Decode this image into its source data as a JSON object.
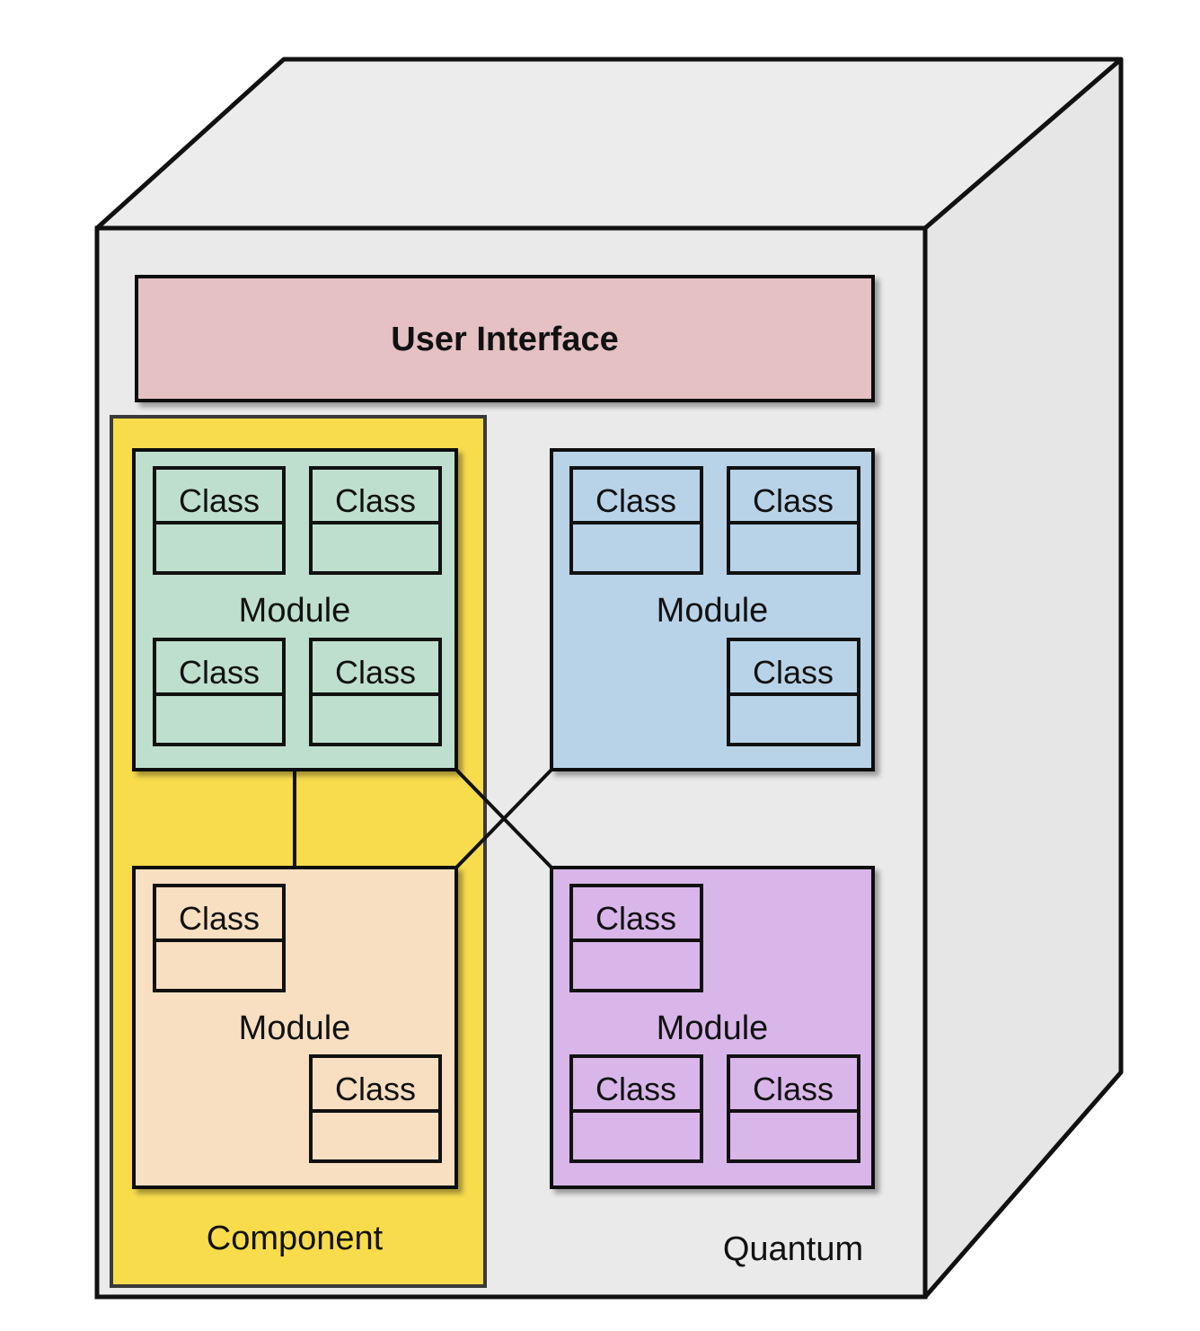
{
  "diagram": {
    "quantum_label": "Quantum",
    "component_label": "Component",
    "user_interface_label": "User Interface",
    "class_label": "Class",
    "colors": {
      "quantum_front": "#eaeaea",
      "quantum_side": "#e6e6e6",
      "quantum_top": "#ececec",
      "user_interface": "#e5c1c3",
      "component": "#f8dc4c",
      "module_green": "#bedfcd",
      "module_blue": "#b8d3e8",
      "module_peach": "#f9dfc1",
      "module_purple": "#d9b6ea",
      "stroke": "#111111"
    },
    "modules": [
      {
        "id": "green",
        "label": "Module",
        "class_count": 4
      },
      {
        "id": "blue",
        "label": "Module",
        "class_count": 3
      },
      {
        "id": "peach",
        "label": "Module",
        "class_count": 2
      },
      {
        "id": "purple",
        "label": "Module",
        "class_count": 3
      }
    ],
    "connections": [
      {
        "from": "green",
        "to": "peach"
      },
      {
        "from": "green",
        "to": "purple"
      },
      {
        "from": "blue",
        "to": "peach"
      }
    ]
  }
}
